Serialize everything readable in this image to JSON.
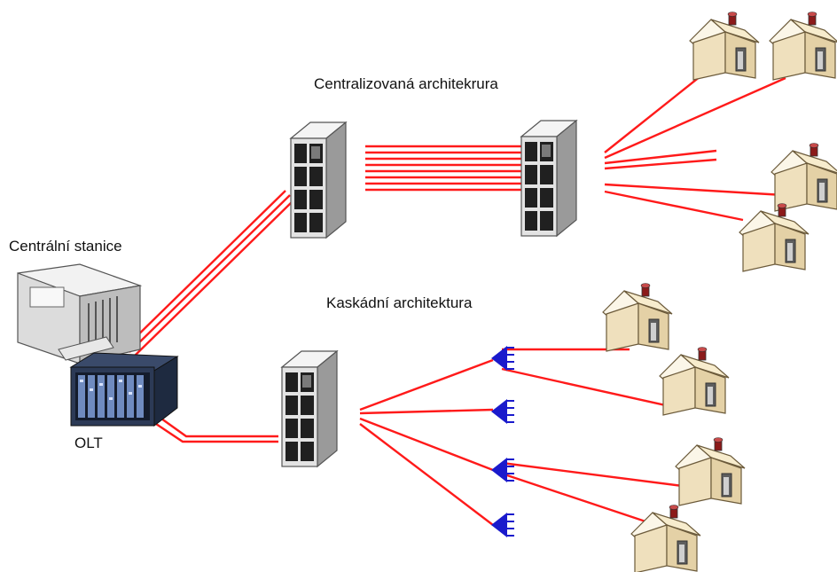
{
  "labels": {
    "central_station": "Centrální stanice",
    "olt": "OLT",
    "centralized": "Centralizovaná architekrura",
    "cascade": "Kaskádní architektura"
  },
  "colors": {
    "fiber": "#ff1a1a",
    "splitter": "#1a1acc",
    "house_wall": "#f3e7c9",
    "house_roof": "#fbf6e8",
    "server_body": "#e6e6e6",
    "server_panel": "#222222"
  },
  "icons": {
    "central_station": "mainframe-icon",
    "olt": "rack-switch-icon",
    "node": "server-cabinet-icon",
    "house": "house-icon",
    "splitter": "optical-splitter-icon"
  }
}
